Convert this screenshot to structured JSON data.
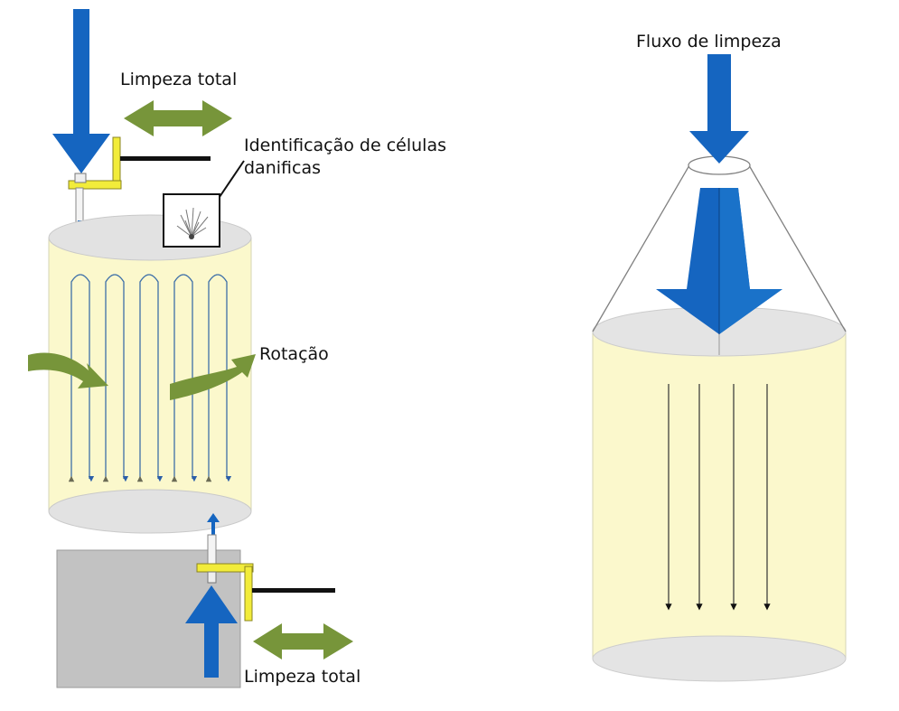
{
  "labels": {
    "limpeza_total_top": "Limpeza total",
    "identificacao_line1": "Identificação de células",
    "identificacao_line2": "danificas",
    "rotacao": "Rotação",
    "limpeza_total_bottom": "Limpeza total",
    "fluxo_limpeza": "Fluxo de limpeza"
  },
  "colors": {
    "blue": "#1565c0",
    "green": "#77953a",
    "yellow": "#f2ec3a",
    "cylinder_fill": "#fbf8cc",
    "cylinder_cap": "#e0e0e0",
    "gray_box": "#c2c2c2",
    "flow_line": "#3d6fa8"
  }
}
